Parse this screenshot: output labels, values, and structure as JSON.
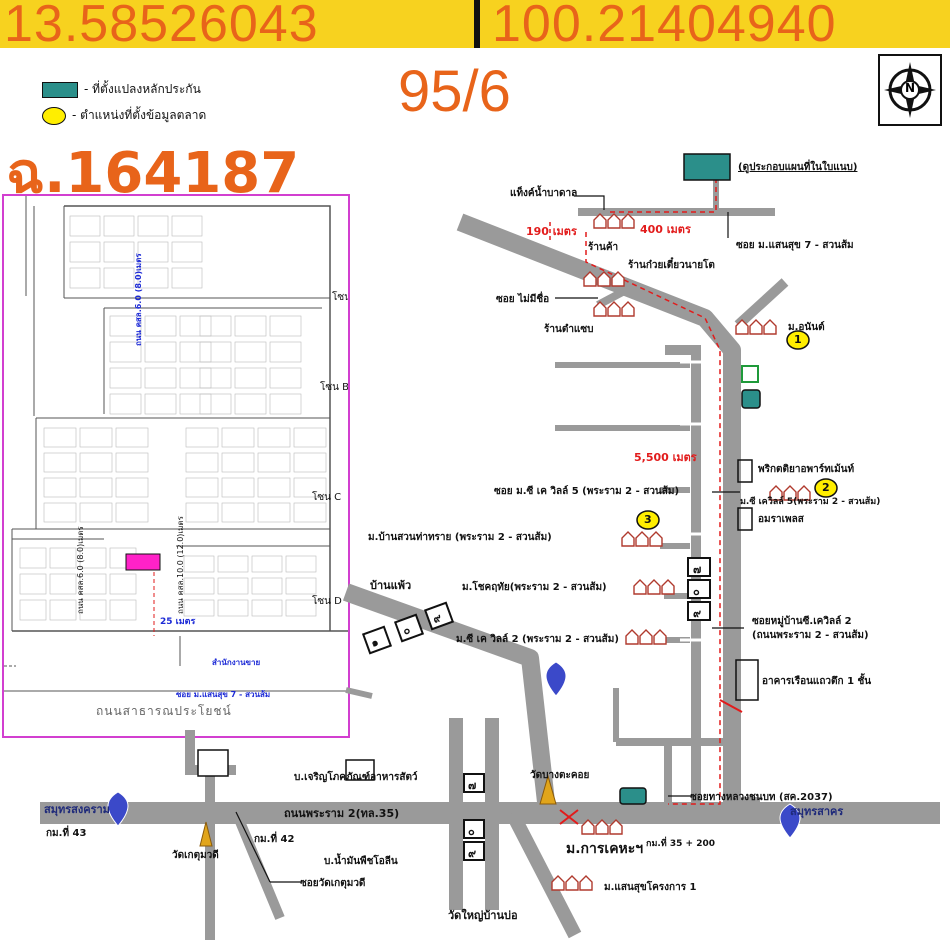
{
  "header": {
    "latitude": "13.58526043",
    "longitude": "100.21404940",
    "house_number": "95/6",
    "deed_number": "ฉ.164187"
  },
  "legend": {
    "collateral_label": "- ที่ตั้งแปลงหลักประกัน",
    "market_label": "- ตำแหน่งที่ตั้งข้อมูลตลาด"
  },
  "compass": {
    "letter": "N"
  },
  "inset": {
    "zone_a": "โซน A",
    "zone_b": "โซน B",
    "zone_c": "โซน C",
    "zone_d": "โซน D",
    "road_main_v": "ถนน คสล.6.0 (8.0)เมตร",
    "road_lower_v": "ถนน คสล.6.0 (8.0)เมตร",
    "road_12": "ถนน คสล.10.0 (12.0)เมตร",
    "dist_25": "25 เมตร",
    "sales_office": "สำนักงานขาย",
    "soi_label": "ซอย ม.แสนสุข 7 - สวนส้ม",
    "public_road": "ถนนสาธารณประโยชน์"
  },
  "map": {
    "enlarge_note": "(ดูประกอบแผนที่ในใบแนบ)",
    "water_tower": "แท็งค์น้ำบาดาล",
    "dist_190": "190 เมตร",
    "dist_400": "400 เมตร",
    "shop_kham": "ร้านค้า",
    "shop_noodle": "ร้านก๋วยเตี๋ยวนายโต",
    "soi_mai_mee_chue": "ซอย ไม่มีชื่อ",
    "shop_kham_saep": "ร้านตำแซบ",
    "soi_mo_saensuk": "ซอย ม.แสนสุข 7 - สวนส้ม",
    "m_anan": "ม.อนันต์",
    "dist_5500": "5,500 เมตร",
    "prik_apartment": "พริกตติยาอพาร์ทเม้นท์",
    "soi_cvillage5": "ซอย ม.ซี เค วิลล์ 5 (พระราม 2 - สวนส้ม)",
    "cvillage5": "ม.ซี เควิลล์ 5(พระราม 2 - สวนส้ม)",
    "amara_place": "อมราเพลส",
    "ban_suan_tha_sai": "ม.บ้านสวนท่าทราย (พระราม 2 - สวนส้ม)",
    "ban_phaeo": "บ้านแพ้ว",
    "chokchai": "ม.โชคฤทัย(พระราม 2 - สวนส้ม)",
    "soi_village_cv2": "ซอยหมู่บ้านซี.เควิลล์ 2",
    "soi_village_cv2_sub": "(ถนนพระราม 2 - สวนส้ม)",
    "cvillage2": "ม.ซี เค วิลล์ 2 (พระราม 2 - สวนส้ม)",
    "row_house": "อาคารเรือนแถวตึก 1 ชั้น",
    "charoen_pokphand": "บ.เจริญโภคภัณฑ์อาหารสัตว์",
    "wat_bang_takhoi": "วัดบางตะคอย",
    "soi_highway_2037": "ซอยทางหลวงชนบท (สค.2037)",
    "samut_songkhram": "สมุทรสงคราม",
    "rama2_road": "ถนนพระราม 2(ทล.35)",
    "samut_sakhon": "สมุทรสาคร",
    "km43": "กม.ที่ 43",
    "km42": "กม.ที่ 42",
    "km35": "กม.ที่ 35 + 200",
    "wat_ket_mutee": "วัดเกตุมวดี",
    "cheers_oil": "บ.น้ำมันพืชโอลีน",
    "m_karnkeha": "ม.การเคหะฯ",
    "soi_wat_ket": "ซอยวัดเกตุมวดี",
    "saensuk_project": "ม.แสนสุขโครงการ 1",
    "wat_yai_ban_bo": "วัดใหญ่บ้านบ่อ",
    "market_1": "1",
    "market_2": "2",
    "market_3": "3",
    "road_num_a": "๗",
    "road_num_b": "๐",
    "road_num_c": "๙",
    "road_num_d": "๗",
    "road_num_e": "๑",
    "road_num_f": "๐"
  }
}
